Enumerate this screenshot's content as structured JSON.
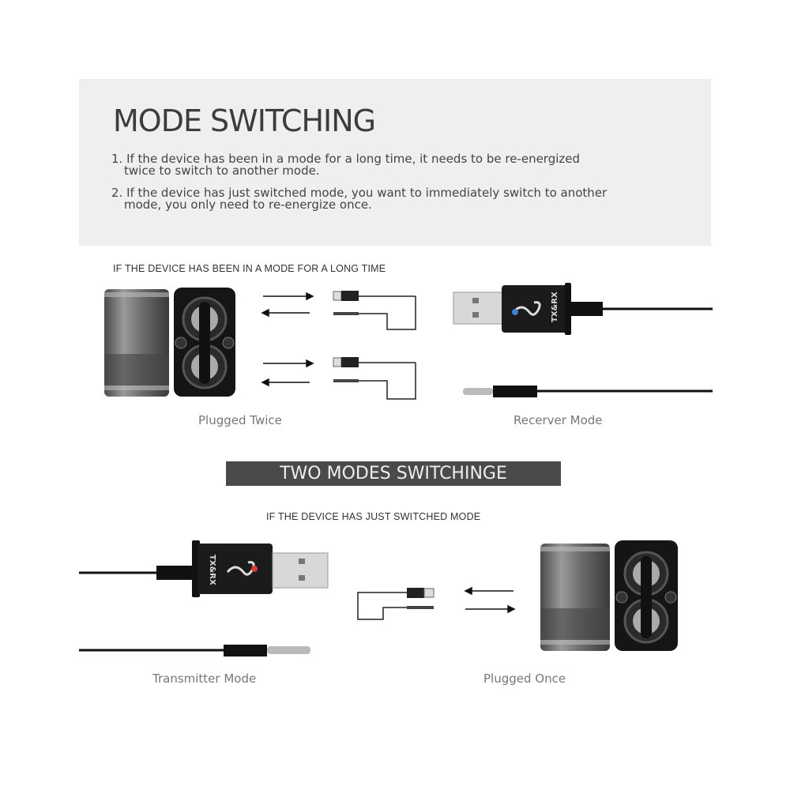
{
  "header": {
    "title": "MODE SWITCHING",
    "rules": [
      {
        "line1": "1. If the device has been in a mode for a long time, it needs to be re-energized",
        "line2": "twice to switch to another mode."
      },
      {
        "line1": "2. If the device has just switched mode, you want to immediately switch to another",
        "line2": "mode, you only need to re-energize once."
      }
    ]
  },
  "section_long": {
    "caption": "IF THE DEVICE HAS BEEN IN A MODE FOR A LONG TIME",
    "left_label": "Plugged Twice",
    "right_label": "Recerver Mode",
    "device_text": "TX&RX"
  },
  "banner": {
    "label": "TWO MODES SWITCHINGE"
  },
  "section_just": {
    "caption": "IF THE DEVICE HAS JUST SWITCHED MODE",
    "left_label": "Transmitter Mode",
    "right_label": "Plugged Once",
    "device_text": "TX&RX"
  }
}
